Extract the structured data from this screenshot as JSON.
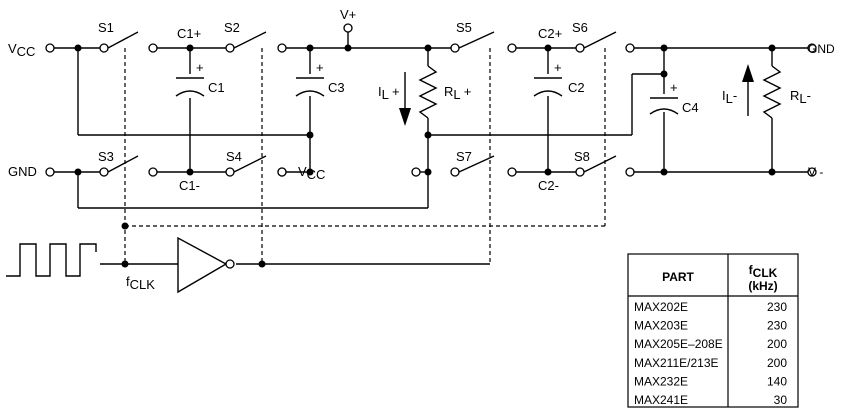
{
  "labels": {
    "vcc_left_main": "V",
    "vcc_left_sub": "CC",
    "gnd_left": "GND",
    "s1": "S1",
    "s2": "S2",
    "s3": "S3",
    "s4": "S4",
    "s5": "S5",
    "s6": "S6",
    "s7": "S7",
    "s8": "S8",
    "c1": "C1",
    "c1_plus": "C1+",
    "c1_minus": "C1-",
    "c2": "C2",
    "c2_plus": "C2+",
    "c2_minus": "C2-",
    "c3": "C3",
    "c4": "C4",
    "plus_sign": "+",
    "v_plus": "V+",
    "vcc_mid_main": "V",
    "vcc_mid_sub": "CC",
    "il_plus_main": "I",
    "il_plus_sub": "L",
    "il_plus_suffix": " +",
    "rl_plus_main": "R",
    "rl_plus_sub": "L",
    "rl_plus_suffix": " +",
    "il_minus_main": "I",
    "il_minus_sub": "L",
    "il_minus_suffix": "-",
    "rl_minus_main": "R",
    "rl_minus_sub": "L",
    "rl_minus_suffix": "-",
    "gnd_right": "GND",
    "v_minus": "V -",
    "fclk_main": "f",
    "fclk_sub": "CLK"
  },
  "table": {
    "header_part": "PART",
    "header_freq_main": "f",
    "header_freq_sub": "CLK",
    "header_freq_unit": "(kHz)",
    "rows": [
      {
        "part": "MAX202E",
        "freq": "230"
      },
      {
        "part": "MAX203E",
        "freq": "230"
      },
      {
        "part": "MAX205E–208E",
        "freq": "200"
      },
      {
        "part": "MAX211E/213E",
        "freq": "200"
      },
      {
        "part": "MAX232E",
        "freq": "140"
      },
      {
        "part": "MAX241E",
        "freq": "30"
      }
    ]
  }
}
